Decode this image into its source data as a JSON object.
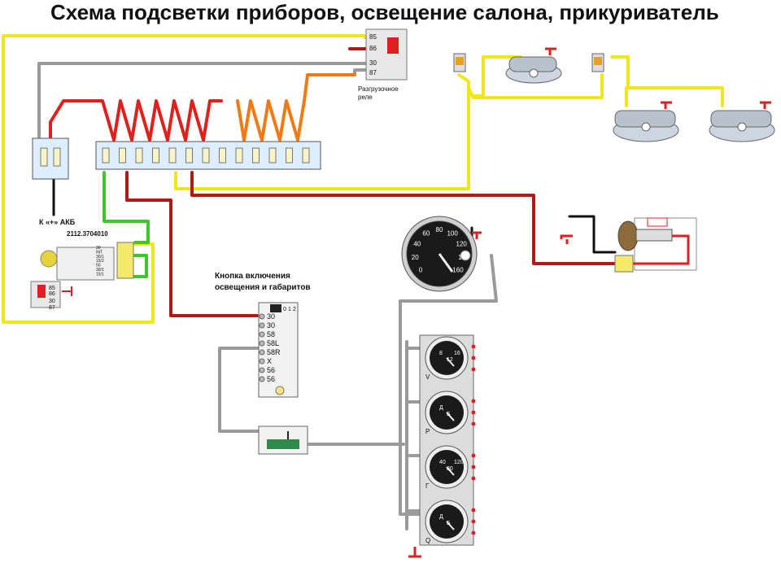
{
  "title": "Схема подсветки приборов, освещение салона, прикуриватель",
  "relay": {
    "pins": [
      "85",
      "86",
      "30",
      "87"
    ],
    "label_line1": "Разгрузочное",
    "label_line2": "реле"
  },
  "battery_label": "К «+» АКБ",
  "ignition_switch": {
    "part_number": "2112.3704010",
    "pins": [
      "30",
      "INT",
      "30/1",
      "15/2",
      "50",
      "30/1",
      "15/1"
    ]
  },
  "small_relay": {
    "pins": [
      "85",
      "86",
      "30",
      "87"
    ]
  },
  "light_switch": {
    "label_line1": "Кнопка включения",
    "label_line2": "освещения и габаритов",
    "positions": [
      "0",
      "1",
      "2"
    ],
    "pins": [
      "30",
      "30",
      "58",
      "58L",
      "58R",
      "X",
      "56",
      "56"
    ]
  },
  "speedometer": {
    "scale": [
      "0",
      "20",
      "40",
      "60",
      "80",
      "100",
      "120",
      "140",
      "160"
    ]
  },
  "gauges": [
    {
      "letter": "V",
      "scale": [
        "8",
        "12",
        "16"
      ]
    },
    {
      "letter": "P",
      "scale": [
        "Д",
        "Б"
      ]
    },
    {
      "letter": "Г",
      "scale": [
        "40",
        "80",
        "120"
      ]
    },
    {
      "letter": "Q",
      "scale": [
        "Д",
        "Б"
      ]
    }
  ],
  "colors": {
    "yellow": "#f0e61a",
    "gray": "#9a9a9a",
    "red": "#e0201a",
    "dark_red": "#b01a14",
    "orange": "#f07a14",
    "green": "#3cc82a",
    "black": "#111111"
  }
}
